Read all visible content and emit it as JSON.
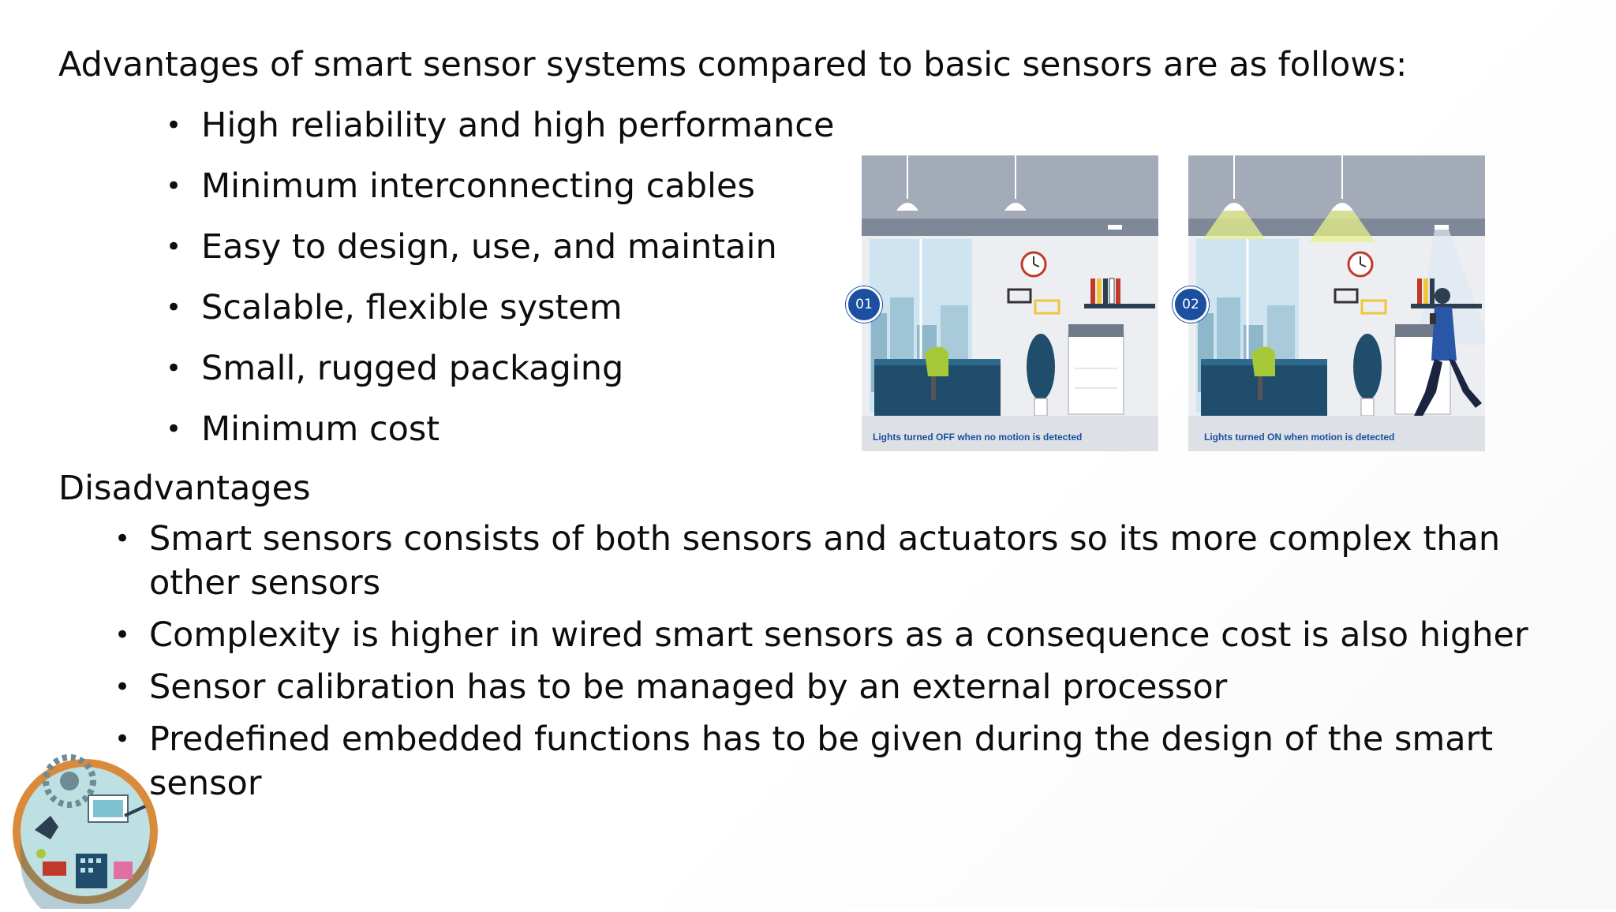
{
  "intro": "Advantages of smart sensor systems compared to basic sensors are as follows:",
  "advantages": [
    "High reliability and high performance",
    "Minimum interconnecting cables",
    "Easy to design, use, and maintain",
    "Scalable, flexible system",
    "Small, rugged packaging",
    "Minimum cost"
  ],
  "disadvantages_heading": "Disadvantages",
  "disadvantages": [
    "Smart sensors consists of both sensors and actuators so its more complex than other sensors",
    "Complexity is higher in wired smart sensors as a consequence cost is also higher",
    "Sensor calibration has to be managed by an external processor",
    "Predefined embedded functions has to be given during the design of the smart sensor"
  ],
  "bullet_glyph": "•",
  "figures": [
    {
      "badge": "01",
      "caption": "Lights turned OFF when no motion is detected",
      "lights_on": false
    },
    {
      "badge": "02",
      "caption": "Lights turned ON when motion is detected",
      "lights_on": true
    }
  ],
  "colors": {
    "text": "#0d0d0d",
    "badge": "#1c4fa0",
    "ceiling": "#9aa3b1",
    "light_beam": "#e7f08a",
    "chair": "#a6c93a",
    "desk": "#1f4d6b"
  }
}
